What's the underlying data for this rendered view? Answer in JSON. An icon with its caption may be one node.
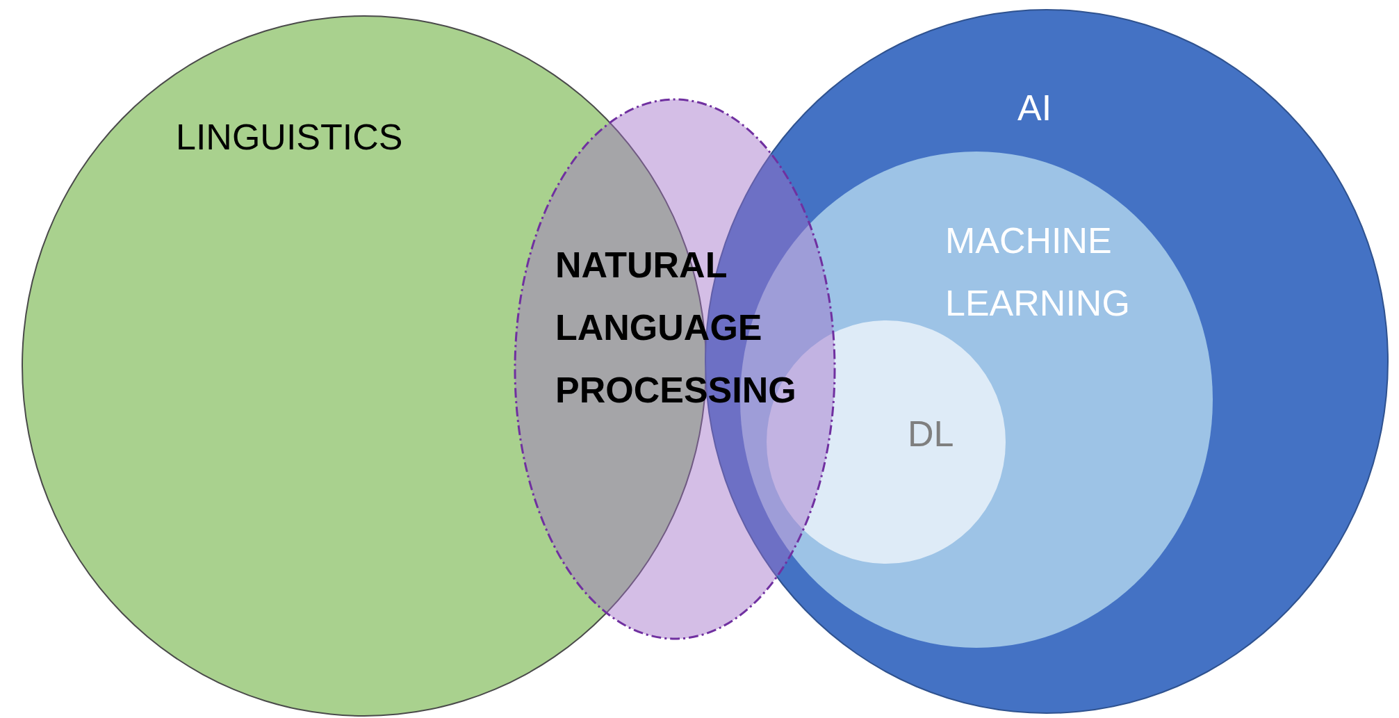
{
  "diagram": {
    "nodes": [
      {
        "text": [
          "LINGUISTICS"
        ]
      },
      {
        "text": [
          "AI"
        ]
      },
      {
        "text": [
          "MACHINE LEARNING"
        ],
        "in": 1
      },
      {
        "text": [
          "DL"
        ],
        "in": 2
      },
      {
        "text": [
          "NATURAL LANGUAGE PROCESSING"
        ]
      }
    ]
  }
}
